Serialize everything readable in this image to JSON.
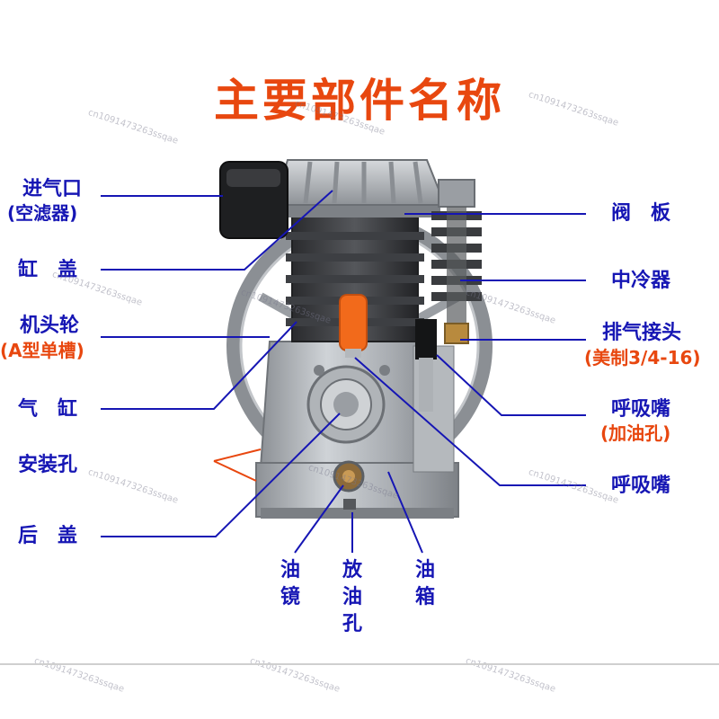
{
  "title": "主要部件名称",
  "labels_left": {
    "intake": "进气口",
    "intake_sub": "(空滤器)",
    "cylinder_head": "缸　盖",
    "flywheel": "机头轮",
    "flywheel_sub": "(A型单槽)",
    "cylinder": "气　缸",
    "mount_holes": "安装孔",
    "rear_cover": "后　盖"
  },
  "labels_right": {
    "valve_plate": "阀　板",
    "intercooler": "中冷器",
    "exhaust_fitting": "排气接头",
    "exhaust_fitting_sub": "(美制3/4-16)",
    "breather1": "呼吸嘴",
    "breather1_sub": "(加油孔)",
    "breather2": "呼吸嘴"
  },
  "labels_bottom": {
    "oil_sight": [
      "油",
      "镜"
    ],
    "drain_hole": [
      "放",
      "油",
      "孔"
    ],
    "oil_tank": [
      "油",
      "箱"
    ]
  },
  "watermark": "cn1091473263ssqae",
  "colors": {
    "title": "#e8470f",
    "label": "#1616b4",
    "leader": "#1616b4",
    "mount_leader": "#e8470f",
    "breather_cap": "#f26a1b"
  }
}
